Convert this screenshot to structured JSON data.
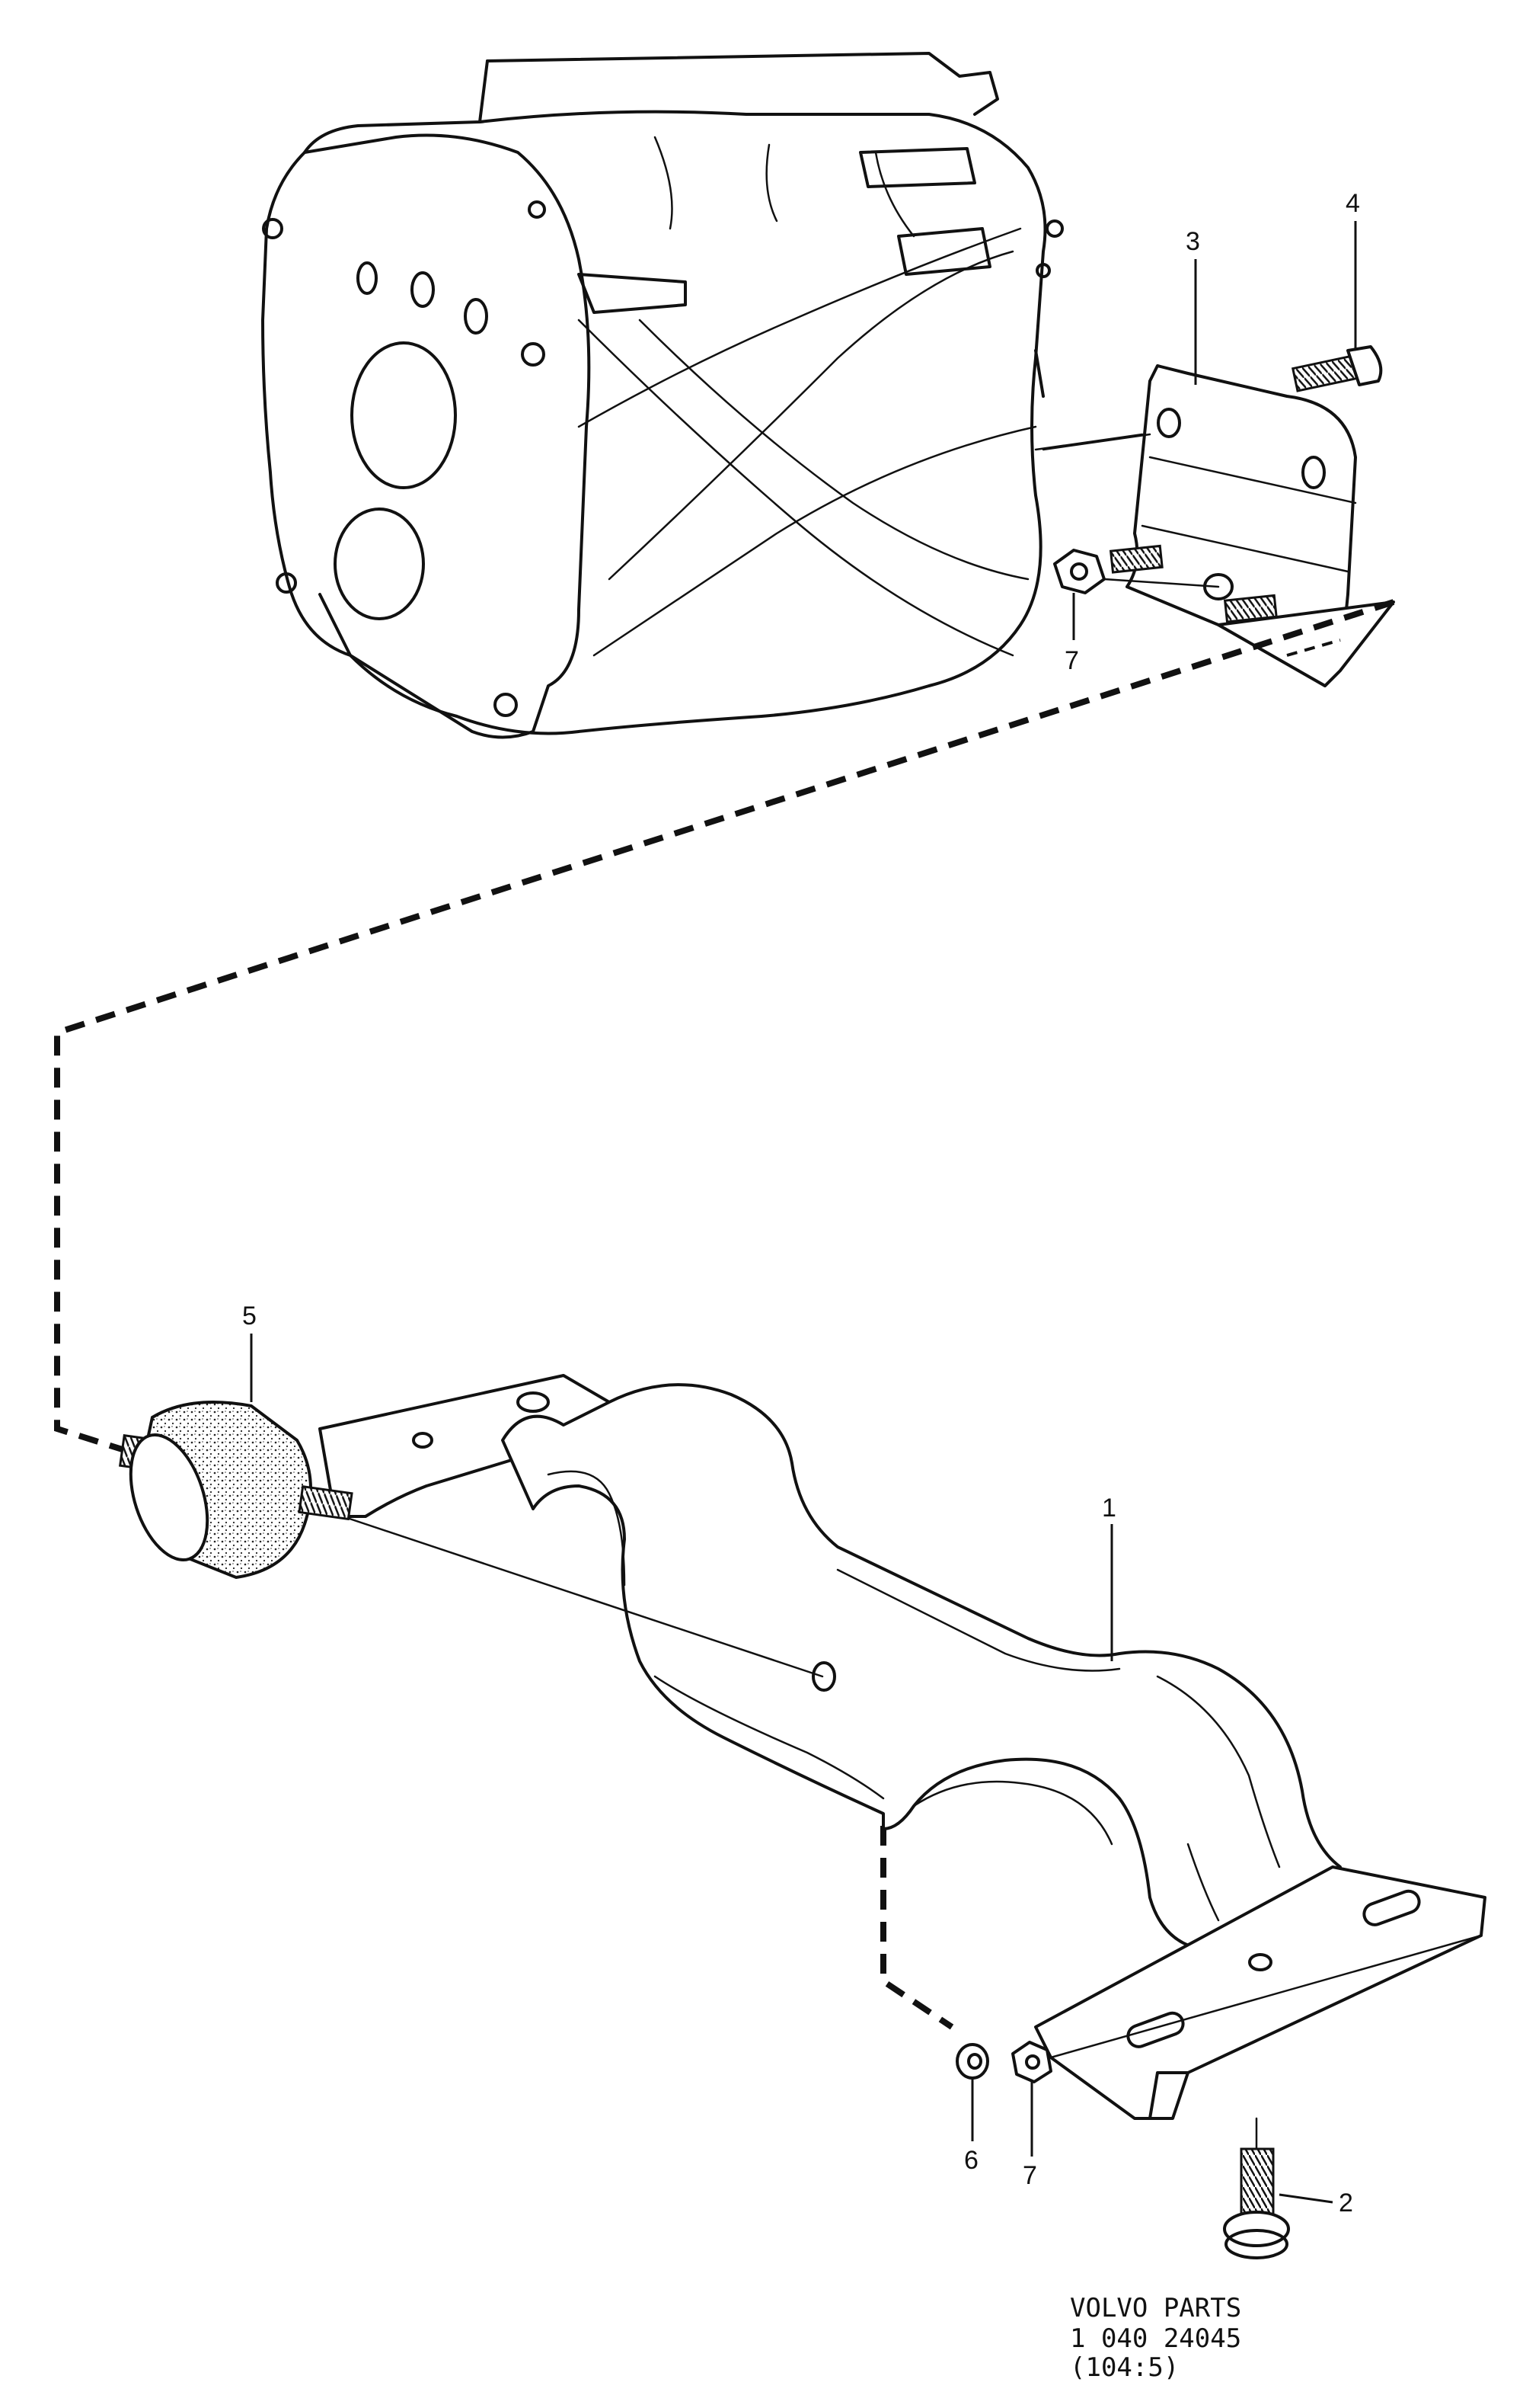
{
  "callouts": [
    {
      "id": "1",
      "label": "1"
    },
    {
      "id": "2",
      "label": "2"
    },
    {
      "id": "3",
      "label": "3"
    },
    {
      "id": "4",
      "label": "4"
    },
    {
      "id": "5",
      "label": "5"
    },
    {
      "id": "6",
      "label": "6"
    },
    {
      "id": "7a",
      "label": "7"
    },
    {
      "id": "7b",
      "label": "7"
    }
  ],
  "reference": {
    "line1": "VOLVO PARTS",
    "line2": "1 040 24045",
    "line3": "(104:5)"
  }
}
